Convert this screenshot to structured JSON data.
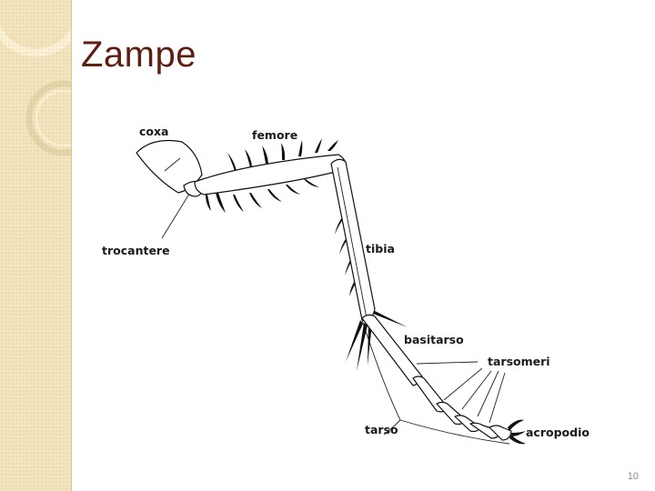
{
  "slide": {
    "title": "Zampe",
    "page_number": "10"
  },
  "diagram": {
    "labels": {
      "coxa": "coxa",
      "femore": "femore",
      "trocantere": "trocantere",
      "tibia": "tibia",
      "basitarso": "basitarso",
      "tarsomeri": "tarsomeri",
      "tarso": "tarso",
      "acropodio": "acropodio"
    }
  },
  "colors": {
    "title": "#5e1e12",
    "side_strip": "#f3e4bd"
  }
}
